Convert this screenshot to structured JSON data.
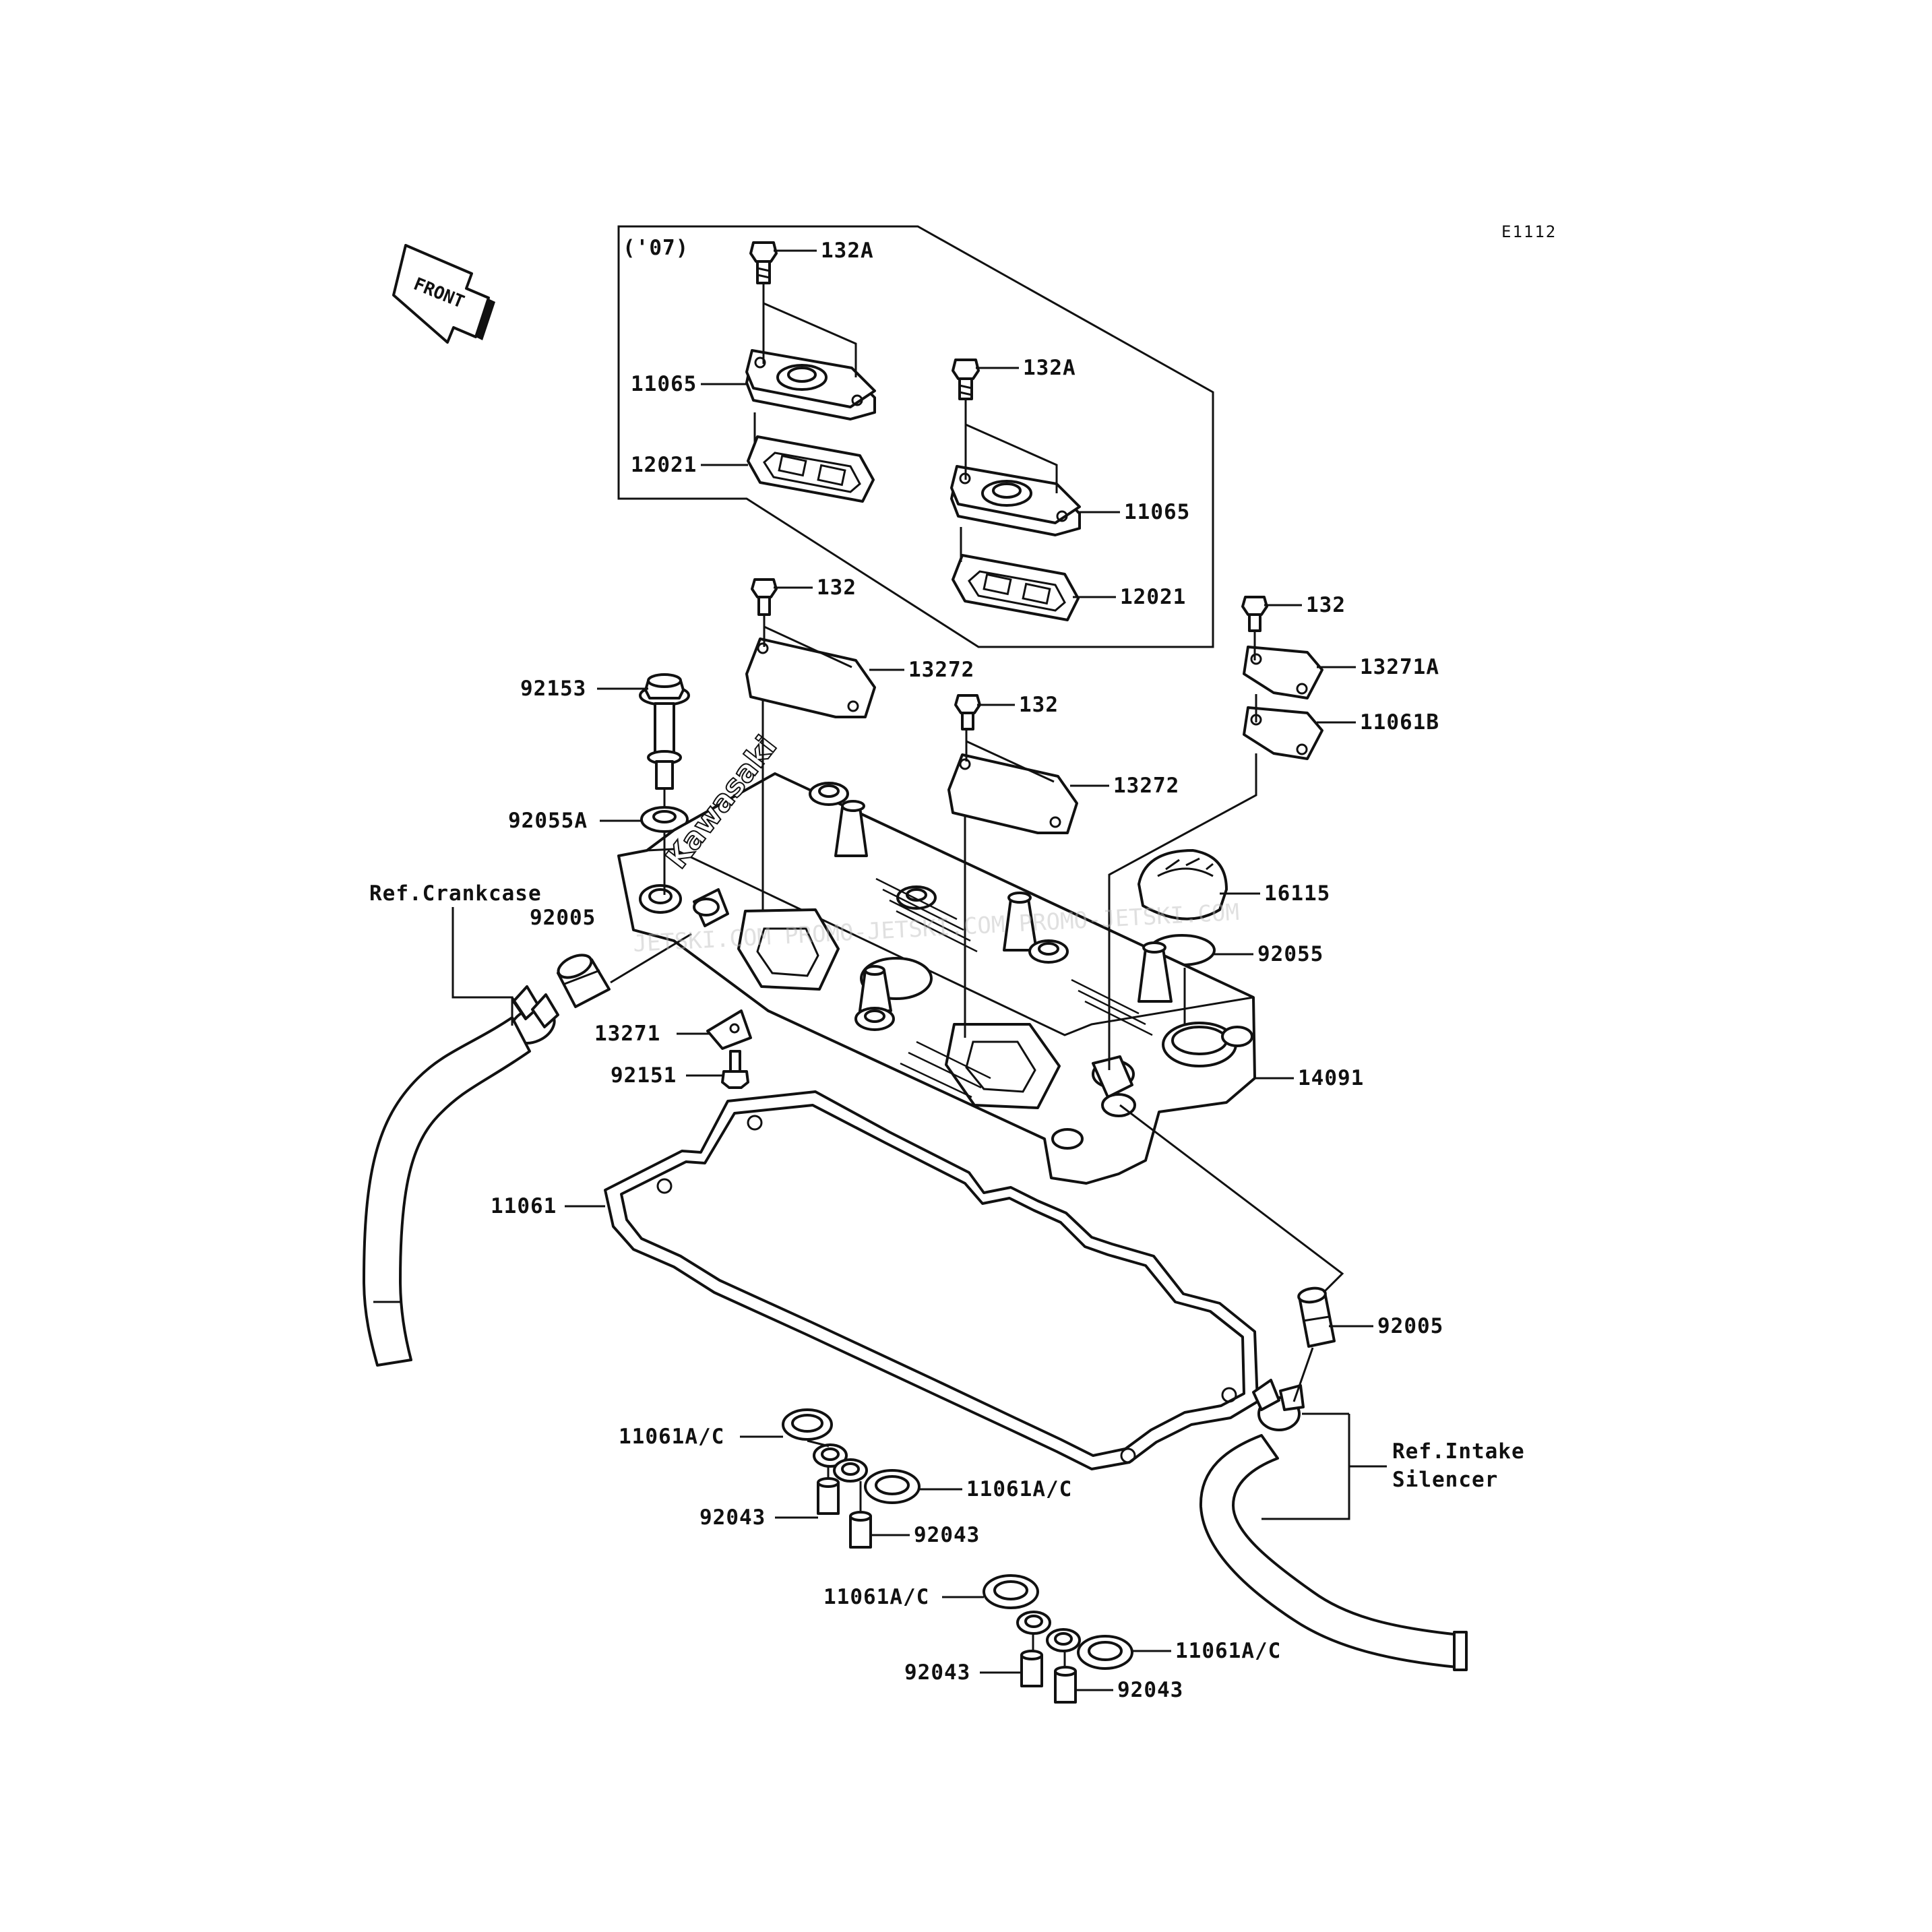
{
  "diagram_code": "E1112",
  "front_arrow_label": "FRONT",
  "year_note": "('07)",
  "brand_logo": "Kawasaki",
  "watermark": "JETSKI.COM  PROMO-JETSKI.COM  PROMO-JETSKI.COM",
  "references": {
    "crankcase": "Ref.Crankcase",
    "intake_line1": "Ref.Intake",
    "intake_line2": "Silencer"
  },
  "callouts": [
    {
      "id": "c-132a-1",
      "label": "132A"
    },
    {
      "id": "c-11065-1",
      "label": "11065"
    },
    {
      "id": "c-12021-1",
      "label": "12021"
    },
    {
      "id": "c-132a-2",
      "label": "132A"
    },
    {
      "id": "c-11065-2",
      "label": "11065"
    },
    {
      "id": "c-12021-2",
      "label": "12021"
    },
    {
      "id": "c-132-1",
      "label": "132"
    },
    {
      "id": "c-13272-1",
      "label": "13272"
    },
    {
      "id": "c-132-2",
      "label": "132"
    },
    {
      "id": "c-13272-2",
      "label": "13272"
    },
    {
      "id": "c-132-3",
      "label": "132"
    },
    {
      "id": "c-13271a",
      "label": "13271A"
    },
    {
      "id": "c-11061b",
      "label": "11061B"
    },
    {
      "id": "c-92153",
      "label": "92153"
    },
    {
      "id": "c-92055a",
      "label": "92055A"
    },
    {
      "id": "c-92005-1",
      "label": "92005"
    },
    {
      "id": "c-16115",
      "label": "16115"
    },
    {
      "id": "c-92055",
      "label": "92055"
    },
    {
      "id": "c-13271",
      "label": "13271"
    },
    {
      "id": "c-92151",
      "label": "92151"
    },
    {
      "id": "c-14091",
      "label": "14091"
    },
    {
      "id": "c-11061",
      "label": "11061"
    },
    {
      "id": "c-92005-2",
      "label": "92005"
    },
    {
      "id": "c-11061ac-1",
      "label": "11061A/C"
    },
    {
      "id": "c-11061ac-2",
      "label": "11061A/C"
    },
    {
      "id": "c-92043-1",
      "label": "92043"
    },
    {
      "id": "c-92043-2",
      "label": "92043"
    },
    {
      "id": "c-11061ac-3",
      "label": "11061A/C"
    },
    {
      "id": "c-11061ac-4",
      "label": "11061A/C"
    },
    {
      "id": "c-92043-3",
      "label": "92043"
    },
    {
      "id": "c-92043-4",
      "label": "92043"
    }
  ]
}
